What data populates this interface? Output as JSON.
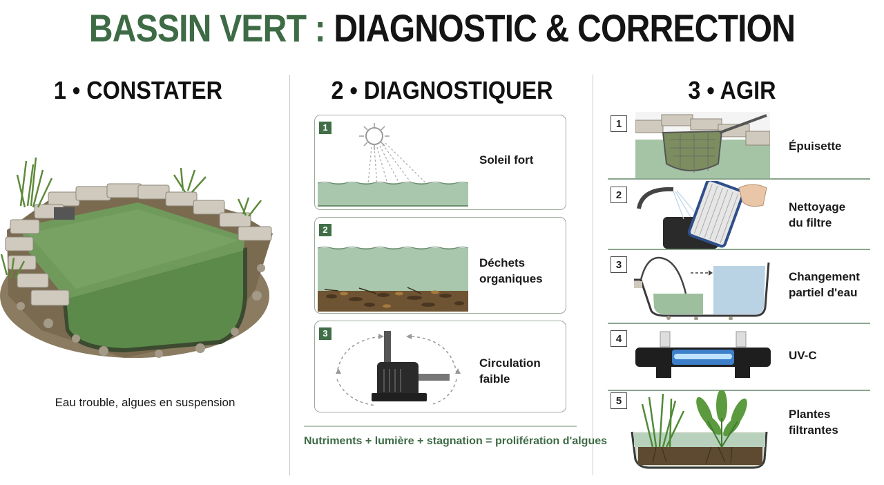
{
  "title": {
    "part1": "BASSIN VERT :",
    "part2": "DIAGNOSTIC & CORRECTION"
  },
  "columns": {
    "constater": {
      "heading": "1 • CONSTATER",
      "caption": "Eau trouble, algues en suspension"
    },
    "diagnostiquer": {
      "heading": "2 • DIAGNOSTIQUER",
      "cards": [
        {
          "num": "1",
          "label": "Soleil fort"
        },
        {
          "num": "2",
          "label_line1": "Déchets",
          "label_line2": "organiques"
        },
        {
          "num": "3",
          "label_line1": "Circulation",
          "label_line2": "faible"
        }
      ],
      "formula": "Nutriments + lumière + stagnation = prolifération d'algues"
    },
    "agir": {
      "heading": "3 • AGIR",
      "steps": [
        {
          "num": "1",
          "label_line1": "Épuisette",
          "label_line2": ""
        },
        {
          "num": "2",
          "label_line1": "Nettoyage",
          "label_line2": "du filtre"
        },
        {
          "num": "3",
          "label_line1": "Changement",
          "label_line2": "partiel d'eau"
        },
        {
          "num": "4",
          "label_line1": "UV-C",
          "label_line2": ""
        },
        {
          "num": "5",
          "label_line1": "Plantes",
          "label_line2": "filtrantes"
        }
      ]
    }
  },
  "colors": {
    "accent_green": "#3d6b45",
    "water_green": "#5f8a50",
    "badge_green": "#3f6e47"
  },
  "icons": [
    "pond-illustration",
    "sun-icon",
    "debris-illustration",
    "pump-icon",
    "net-icon",
    "filter-cartridge-icon",
    "water-change-icon",
    "uv-lamp-icon",
    "plants-icon"
  ]
}
